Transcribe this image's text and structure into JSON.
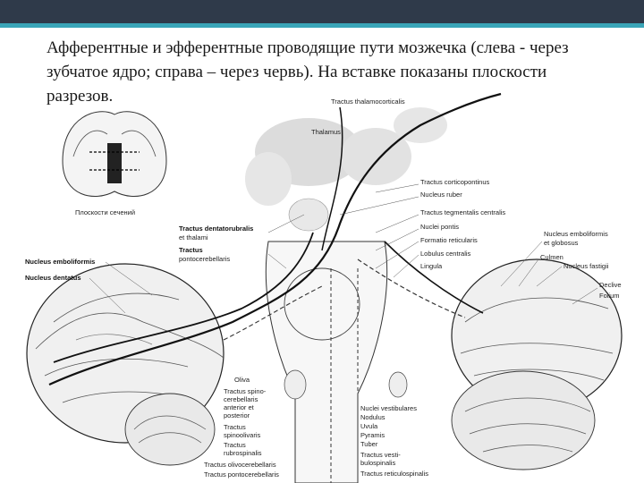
{
  "caption": "Афферентные и эфферентные проводящие пути мозжечка (слева - через зубчатое ядро; справа – через червь). На вставке показаны плоскости разрезов.",
  "inset_label": "Плоскости сечений",
  "labels": {
    "thalamocorticalis": "Tractus thalamocorticalis",
    "thalamus": "Thalamus",
    "corticopontinus": "Tractus corticopontinus",
    "ruber": "Nucleus ruber",
    "tegmentalis": "Tractus tegmentalis centralis",
    "pontis": "Nuclei pontis",
    "reticularis": "Formatio reticularis",
    "lobulus": "Lobulus centralis",
    "lingula": "Lingula",
    "dentatorubralis_1": "Tractus dentatorubralis",
    "dentatorubralis_2": "et thalami",
    "pontocerebellaris_1": "Tractus",
    "pontocerebellaris_2": "pontocerebellaris",
    "emboliformis": "Nucleus emboliformis",
    "dentatus": "Nucleus dentatus",
    "emb_glob_1": "Nucleus emboliformis",
    "emb_glob_2": "et globosus",
    "culmen": "Culmen",
    "fastigii": "Nucleus fastigii",
    "declive": "Declive",
    "folium": "Folium",
    "oliva": "Oliva",
    "spino_1": "Tractus spino-",
    "spino_2": "cerebellaris",
    "spino_3": "anterior et",
    "spino_4": "posterior",
    "spinoolivaris_1": "Tractus",
    "spinoolivaris_2": "spinoolivaris",
    "rubrospinalis_1": "Tractus",
    "rubrospinalis_2": "rubrospinalis",
    "olivocerebellaris": "Tractus olivocerebellaris",
    "pontocerebellaris_low": "Tractus pontocerebellaris",
    "vestibulares": "Nuclei vestibulares",
    "nodulus": "Nodulus",
    "uvula": "Uvula",
    "pyramis": "Pyramis",
    "tuber": "Tuber",
    "vestibulospinalis_1": "Tractus vesti-",
    "vestibulospinalis_2": "bulospinalis",
    "reticulospinalis": "Tractus reticulospinalis"
  }
}
